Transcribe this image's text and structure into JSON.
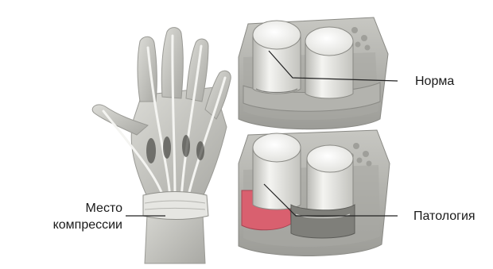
{
  "labels": {
    "normal": "Норма",
    "pathology": "Патология",
    "compression_line1": "Место",
    "compression_line2": "компрессии"
  },
  "colors": {
    "tissue": "#c9c9c4",
    "tissue_dark": "#8f8f8a",
    "tendon": "#f2f2ef",
    "pathology_fill": "#d9606f",
    "leader_line": "#222222"
  }
}
